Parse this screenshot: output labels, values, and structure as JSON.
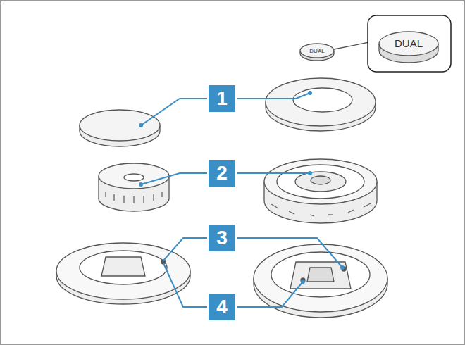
{
  "diagram": {
    "labels": [
      "DUAL",
      "DUAL",
      "1",
      "2",
      "3",
      "4"
    ]
  }
}
